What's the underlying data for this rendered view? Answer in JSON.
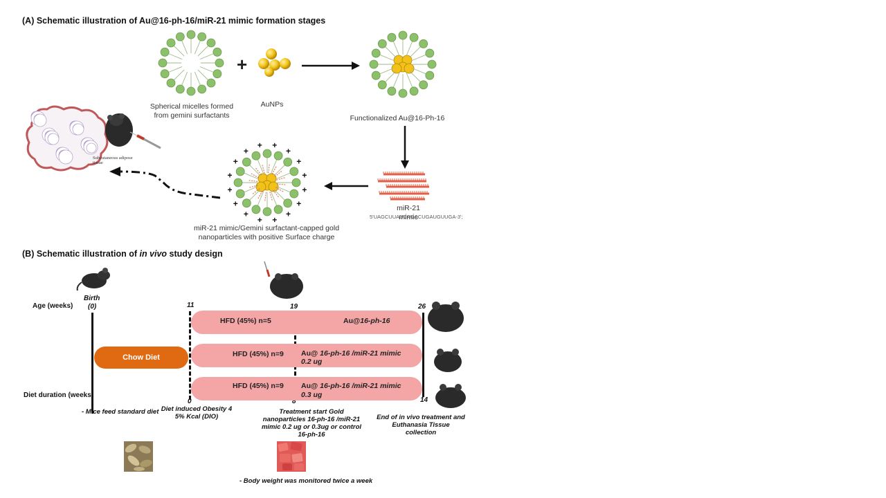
{
  "panel_a": {
    "title": "(A) Schematic illustration of Au@16-ph-16/miR-21 mimic formation stages",
    "plus": "+",
    "micelles_caption": "Spherical micelles formed from gemini surfactants",
    "aunps_caption": "AuNPs",
    "functionalized_caption": "Functionalized Au@16-Ph-16",
    "mimic_caption": "miR-21 mimic",
    "mimic_sequence": "5'UAGCUUAUCAGACUGAUGUUGA-3';",
    "capped_caption": "miR-21 mimic/Gemini surfactant-capped gold nanoparticles with positive Surface charge",
    "adipose_label": "Subcutaneous adipose tissue"
  },
  "panel_b": {
    "title_prefix": "(B) Schematic illustration of ",
    "title_italic": "in vivo",
    "title_suffix": " study design",
    "age_label": "Age (weeks)",
    "diet_duration_label": "Diet duration (weeks)",
    "birth_label": "Birth",
    "birth_value": "(0)",
    "age_ticks": [
      "11",
      "19",
      "26"
    ],
    "duration_ticks": [
      "0",
      "8",
      "14"
    ],
    "chow_label": "Chow Diet",
    "bars": [
      {
        "hfd": "HFD (45%) n=5",
        "treatment_prefix": "Au@",
        "treatment_italic": "16-ph-16",
        "treatment_line2": ""
      },
      {
        "hfd": "HFD (45%) n=9",
        "treatment_prefix": "Au@ ",
        "treatment_italic": "16-ph-16 /miR-21 mimic",
        "treatment_line2": "0.2 ug"
      },
      {
        "hfd": "HFD (45%) n=9",
        "treatment_prefix": "Au@ ",
        "treatment_italic": "16-ph-16 /miR-21 mimic",
        "treatment_line2": "0.3 ug"
      }
    ],
    "note_standard_diet": "- Mice feed standard diet",
    "note_dio": "Diet induced Obesity 4 5% Kcal (DIO)",
    "note_treatment": "Treatment start Gold nanoparticles 16-ph-16 /miR-21 mimic 0.2 ug or 0.3ug or control 16-ph-16",
    "note_end": "End of in vivo treatment and Euthanasia Tissue collection",
    "note_body_weight": "- Body weight was monitored twice a week"
  },
  "colors": {
    "bar_pink": "#f4a6a6",
    "chow_orange": "#e06a12",
    "bead_green": "#8dc06a",
    "gold": "#f2c21b",
    "mirna_red": "#e0604a"
  }
}
